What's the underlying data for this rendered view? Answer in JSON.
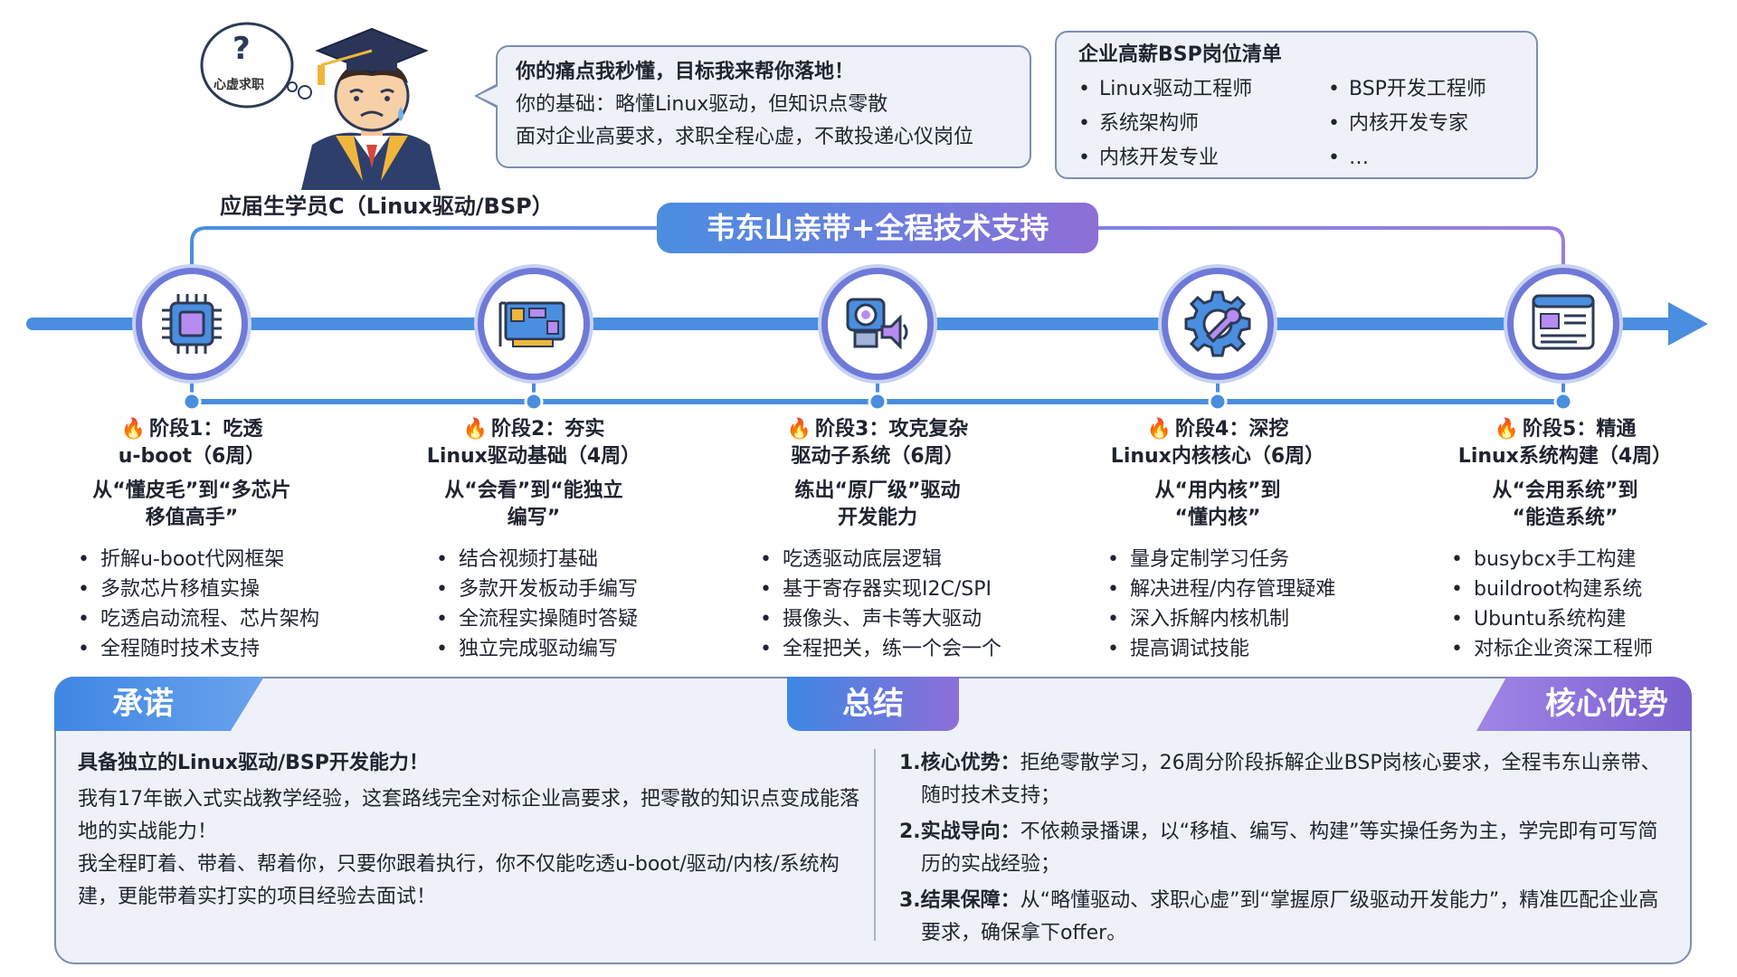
{
  "student": {
    "label": "应届生学员C（Linux驱动/BSP）",
    "thought": "心虚求职",
    "thought_symbol": "?"
  },
  "pain_bubble": {
    "lines": [
      "你的痛点我秒懂，目标我来帮你落地！",
      "你的基础：略懂Linux驱动，但知识点零散",
      "面对企业高要求，求职全程心虚，不敢投递心仪岗位"
    ]
  },
  "jobs": {
    "title": "企业高薪BSP岗位清单",
    "items": [
      "Linux驱动工程师",
      "BSP开发工程师",
      "系统架构师",
      "内核开发专家",
      "内核开发专业",
      "…"
    ]
  },
  "support_banner": "韦东山亲带+全程技术支持",
  "stages": [
    {
      "icon": "chip-icon",
      "title": "阶段1：吃透",
      "title2": "u-boot（6周）",
      "sub1": "从“懂皮毛”到“多芯片",
      "sub2": "移值高手”",
      "items": [
        "折解u-boot代网框架",
        "多款芯片移植实操",
        "吃透启动流程、芯片架构",
        "全程随时技术支持"
      ]
    },
    {
      "icon": "board-icon",
      "title": "阶段2：夯实",
      "title2": "Linux驱动基础（4周）",
      "sub1": "从“会看”到“能独立",
      "sub2": "编写”",
      "items": [
        "结合视频打基础",
        "多款开发板动手编写",
        "全流程实操随时答疑",
        "独立完成驱动编写"
      ]
    },
    {
      "icon": "camera-speaker-icon",
      "title": "阶段3：攻克复杂",
      "title2": "驱动子系统（6周）",
      "sub1": "练出“原厂级”驱动",
      "sub2": "开发能力",
      "items": [
        "吃透驱动底层逻辑",
        "基于寄存器实现I2C/SPI",
        "摄像头、声卡等大驱动",
        "全程把关，练一个会一个"
      ]
    },
    {
      "icon": "gear-wrench-icon",
      "title": "阶段4：深挖",
      "title2": "Linux内核核心（6周）",
      "sub1": "从“用内核”到",
      "sub2": "“懂内核”",
      "items": [
        "量身定制学习任务",
        "解决进程/内存管理疑难",
        "深入拆解内核机制",
        "提高调试技能"
      ]
    },
    {
      "icon": "system-window-icon",
      "title": "阶段5：精通",
      "title2": "Linux系统构建（4周）",
      "sub1": "从“会用系统”到",
      "sub2": "“能造系统”",
      "items": [
        "busybcx手工构建",
        "buildroot构建系统",
        "Ubuntu系统构建",
        "对标企业资深工程师"
      ]
    }
  ],
  "summary": {
    "tab_promise": "承诺",
    "tab_summary": "总结",
    "tab_advantage": "核心优势",
    "promise_title": "具备独立的Linux驱动/BSP开发能力！",
    "promise_p1": "我有17年嵌入式实战教学经验，这套路线完全对标企业高要求，把零散的知识点变成能落地的实战能力！",
    "promise_p2": "我全程盯着、带着、帮着你，只要你跟着执行，你不仅能吃透u-boot/驱动/内核/系统构建，更能带着实打实的项目经验去面试！",
    "advantages": [
      {
        "key": "1.核心优势：",
        "text": "拒绝零散学习，26周分阶段拆解企业BSP岗核心要求，全程韦东山亲带、随时技术支持；"
      },
      {
        "key": "2.实战导向：",
        "text": "不依赖录播课，以“移植、编写、构建”等实操任务为主，学完即有可写简历的实战经验；"
      },
      {
        "key": "3.结果保障：",
        "text": "从“略懂驱动、求职心虚”到“掌握原厂级驱动开发能力”，精准匹配企业高要求，确保拿下offer。"
      }
    ]
  },
  "colors": {
    "timeline_blue": "#4a8ee0",
    "accent_purple": "#8d6fd6",
    "icon_ring": "#6f79d8"
  }
}
